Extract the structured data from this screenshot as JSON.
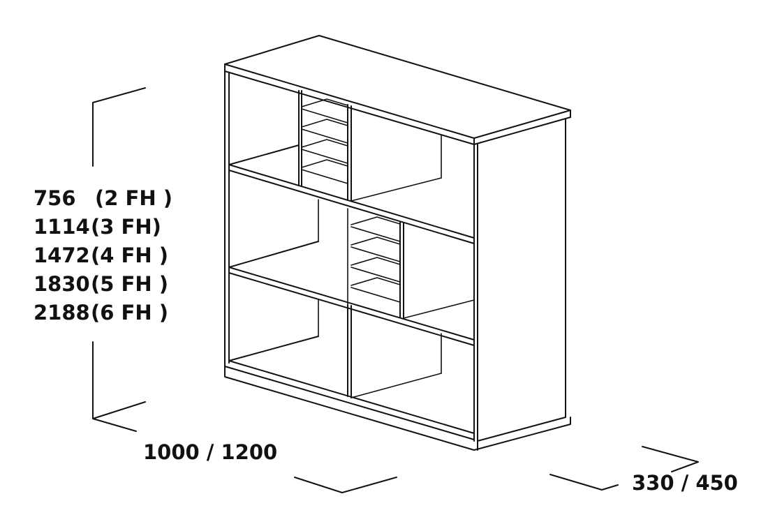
{
  "heights": [
    {
      "value": "756",
      "label": "(2 FH )"
    },
    {
      "value": "1114",
      "label": "(3 FH)"
    },
    {
      "value": "1472",
      "label": "(4 FH )"
    },
    {
      "value": "1830",
      "label": "(5 FH )"
    },
    {
      "value": "2188",
      "label": "(6 FH )"
    }
  ],
  "width_label": "1000 / 1200",
  "depth_label": "330 / 450",
  "colors": {
    "line": "#111111",
    "background": "#ffffff"
  }
}
